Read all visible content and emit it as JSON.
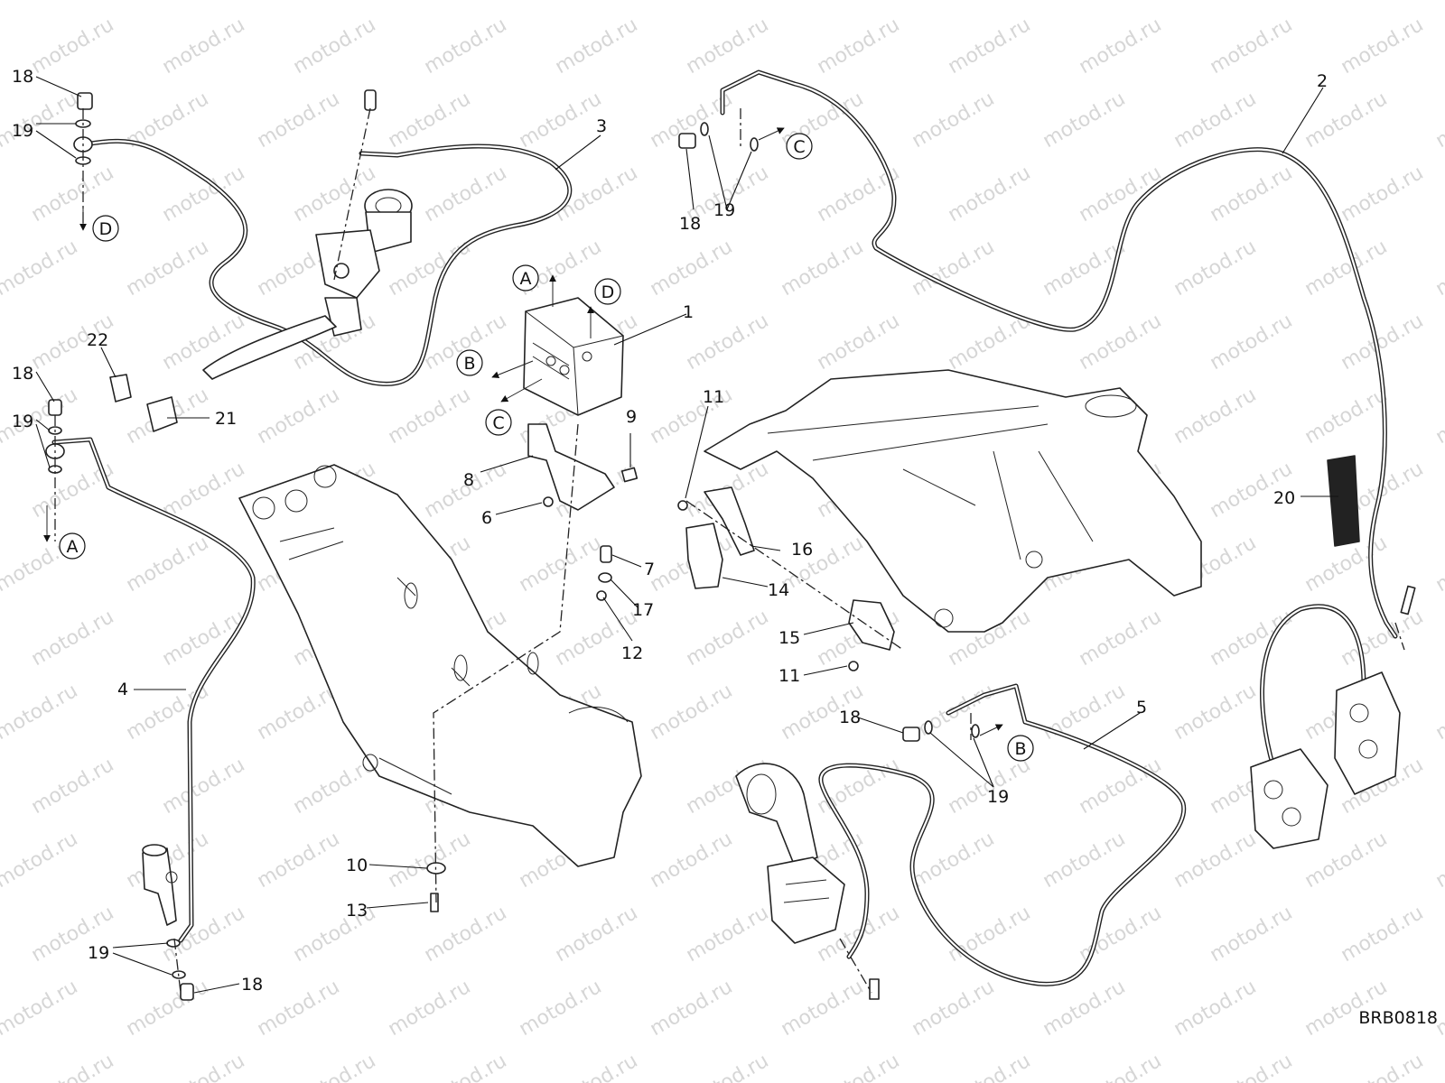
{
  "watermark": "motod.ru",
  "drawing_code": "BRB0818",
  "callouts": [
    {
      "id": "c1",
      "text": "1"
    },
    {
      "id": "c2",
      "text": "2"
    },
    {
      "id": "c3",
      "text": "3"
    },
    {
      "id": "c4",
      "text": "4"
    },
    {
      "id": "c5",
      "text": "5"
    },
    {
      "id": "c6",
      "text": "6"
    },
    {
      "id": "c7",
      "text": "7"
    },
    {
      "id": "c8",
      "text": "8"
    },
    {
      "id": "c9",
      "text": "9"
    },
    {
      "id": "c10",
      "text": "10"
    },
    {
      "id": "c11a",
      "text": "11"
    },
    {
      "id": "c11b",
      "text": "11"
    },
    {
      "id": "c12",
      "text": "12"
    },
    {
      "id": "c13",
      "text": "13"
    },
    {
      "id": "c14",
      "text": "14"
    },
    {
      "id": "c15",
      "text": "15"
    },
    {
      "id": "c16",
      "text": "16"
    },
    {
      "id": "c17",
      "text": "17"
    },
    {
      "id": "c18a",
      "text": "18"
    },
    {
      "id": "c18b",
      "text": "18"
    },
    {
      "id": "c18c",
      "text": "18"
    },
    {
      "id": "c18d",
      "text": "18"
    },
    {
      "id": "c18e",
      "text": "18"
    },
    {
      "id": "c19a",
      "text": "19"
    },
    {
      "id": "c19b",
      "text": "19"
    },
    {
      "id": "c19c",
      "text": "19"
    },
    {
      "id": "c19d",
      "text": "19"
    },
    {
      "id": "c19e",
      "text": "19"
    },
    {
      "id": "c20",
      "text": "20"
    },
    {
      "id": "c21",
      "text": "21"
    },
    {
      "id": "c22",
      "text": "22"
    }
  ],
  "connectors": [
    {
      "id": "k1",
      "text": "A"
    },
    {
      "id": "k2",
      "text": "D"
    },
    {
      "id": "k3",
      "text": "B"
    },
    {
      "id": "k4",
      "text": "C"
    },
    {
      "id": "k5",
      "text": "C"
    },
    {
      "id": "k6",
      "text": "D"
    },
    {
      "id": "k7",
      "text": "A"
    },
    {
      "id": "k8",
      "text": "B"
    }
  ]
}
